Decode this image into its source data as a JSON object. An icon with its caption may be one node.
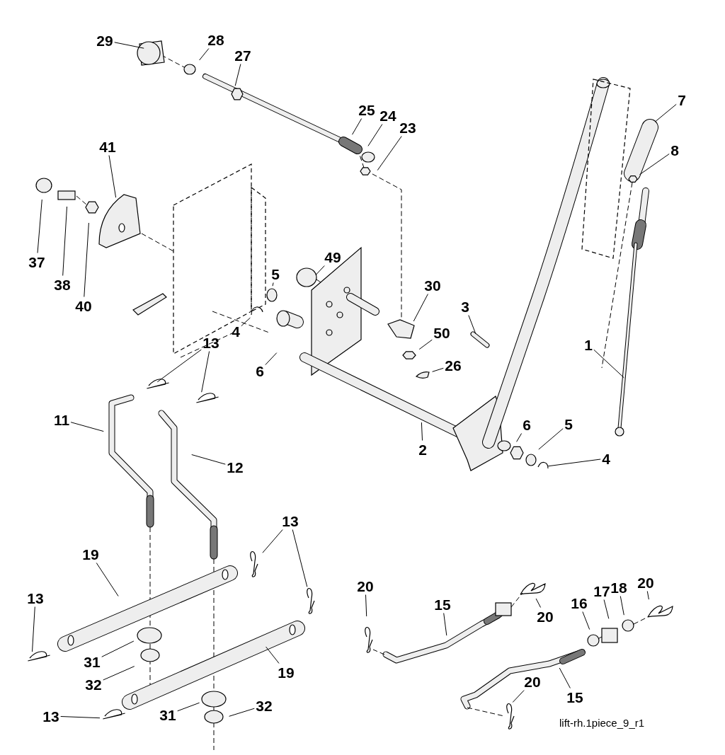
{
  "diagram": {
    "nodes": [
      {
        "text": [
          "29"
        ]
      },
      {
        "text": [
          "28"
        ]
      },
      {
        "text": [
          "27"
        ]
      },
      {
        "text": [
          "25"
        ]
      },
      {
        "text": [
          "24"
        ]
      },
      {
        "text": [
          "23"
        ]
      },
      {
        "text": [
          "7"
        ]
      },
      {
        "text": [
          "8"
        ]
      },
      {
        "text": [
          "41"
        ]
      },
      {
        "text": [
          "37"
        ]
      },
      {
        "text": [
          "38"
        ]
      },
      {
        "text": [
          "40"
        ]
      },
      {
        "text": [
          "49"
        ]
      },
      {
        "text": [
          "5"
        ]
      },
      {
        "text": [
          "30"
        ]
      },
      {
        "text": [
          "3"
        ]
      },
      {
        "text": [
          "4"
        ]
      },
      {
        "text": [
          "6"
        ]
      },
      {
        "text": [
          "50"
        ]
      },
      {
        "text": [
          "26"
        ]
      },
      {
        "text": [
          "13"
        ]
      },
      {
        "text": [
          "11"
        ]
      },
      {
        "text": [
          "12"
        ]
      },
      {
        "text": [
          "2"
        ]
      },
      {
        "text": [
          "6"
        ]
      },
      {
        "text": [
          "5"
        ]
      },
      {
        "text": [
          "1"
        ]
      },
      {
        "text": [
          "4"
        ]
      },
      {
        "text": [
          "13"
        ]
      },
      {
        "text": [
          "19"
        ]
      },
      {
        "text": [
          "13"
        ]
      },
      {
        "text": [
          "31"
        ]
      },
      {
        "text": [
          "32"
        ]
      },
      {
        "text": [
          "19"
        ]
      },
      {
        "text": [
          "13"
        ]
      },
      {
        "text": [
          "31"
        ]
      },
      {
        "text": [
          "32"
        ]
      },
      {
        "text": [
          "20"
        ]
      },
      {
        "text": [
          "15"
        ]
      },
      {
        "text": [
          "20"
        ]
      },
      {
        "text": [
          "16"
        ]
      },
      {
        "text": [
          "17"
        ]
      },
      {
        "text": [
          "18"
        ]
      },
      {
        "text": [
          "20"
        ]
      },
      {
        "text": [
          "15"
        ]
      },
      {
        "text": [
          "20"
        ]
      }
    ],
    "edges": [
      {
        "from": 0,
        "to": null,
        "arrow": "none"
      },
      {
        "from": 1,
        "to": null,
        "arrow": "none"
      },
      {
        "from": 2,
        "to": null,
        "arrow": "none"
      },
      {
        "from": 3,
        "to": null,
        "arrow": "none"
      },
      {
        "from": 4,
        "to": null,
        "arrow": "none"
      },
      {
        "from": 5,
        "to": null,
        "arrow": "none"
      },
      {
        "from": 6,
        "to": null,
        "arrow": "none"
      },
      {
        "from": 7,
        "to": null,
        "arrow": "none"
      },
      {
        "from": 8,
        "to": null,
        "arrow": "none"
      },
      {
        "from": 9,
        "to": null,
        "arrow": "none"
      },
      {
        "from": 10,
        "to": null,
        "arrow": "none"
      },
      {
        "from": 11,
        "to": null,
        "arrow": "none"
      },
      {
        "from": 12,
        "to": null,
        "arrow": "none"
      },
      {
        "from": 13,
        "to": null,
        "arrow": "none"
      },
      {
        "from": 14,
        "to": null,
        "arrow": "none"
      },
      {
        "from": 15,
        "to": null,
        "arrow": "none"
      },
      {
        "from": 16,
        "to": null,
        "arrow": "none"
      },
      {
        "from": 17,
        "to": null,
        "arrow": "none"
      },
      {
        "from": 18,
        "to": null,
        "arrow": "none"
      },
      {
        "from": 19,
        "to": null,
        "arrow": "none"
      },
      {
        "from": 20,
        "to": null,
        "arrow": "none"
      },
      {
        "from": 20,
        "to": null,
        "arrow": "none"
      },
      {
        "from": 21,
        "to": null,
        "arrow": "none"
      },
      {
        "from": 22,
        "to": null,
        "arrow": "none"
      },
      {
        "from": 23,
        "to": null,
        "arrow": "none"
      },
      {
        "from": 24,
        "to": null,
        "arrow": "none"
      },
      {
        "from": 25,
        "to": null,
        "arrow": "none"
      },
      {
        "from": 26,
        "to": null,
        "arrow": "none"
      },
      {
        "from": 27,
        "to": null,
        "arrow": "none"
      },
      {
        "from": 28,
        "to": null,
        "arrow": "none"
      },
      {
        "from": 28,
        "to": null,
        "arrow": "none"
      },
      {
        "from": 29,
        "to": null,
        "arrow": "none"
      },
      {
        "from": 30,
        "to": null,
        "arrow": "none"
      },
      {
        "from": 31,
        "to": null,
        "arrow": "none"
      },
      {
        "from": 32,
        "to": null,
        "arrow": "none"
      },
      {
        "from": 33,
        "to": null,
        "arrow": "none"
      },
      {
        "from": 34,
        "to": null,
        "arrow": "none"
      },
      {
        "from": 35,
        "to": null,
        "arrow": "none"
      },
      {
        "from": 36,
        "to": null,
        "arrow": "none"
      },
      {
        "from": 37,
        "to": null,
        "arrow": "none"
      },
      {
        "from": 38,
        "to": null,
        "arrow": "none"
      },
      {
        "from": 39,
        "to": null,
        "arrow": "none"
      },
      {
        "from": 40,
        "to": null,
        "arrow": "none"
      },
      {
        "from": 41,
        "to": null,
        "arrow": "none"
      },
      {
        "from": 42,
        "to": null,
        "arrow": "none"
      },
      {
        "from": 43,
        "to": null,
        "arrow": "none"
      },
      {
        "from": 44,
        "to": null,
        "arrow": "none"
      },
      {
        "from": 45,
        "to": null,
        "arrow": "none"
      }
    ],
    "labels": [
      "lift-rh.1piece_9_r1"
    ]
  }
}
